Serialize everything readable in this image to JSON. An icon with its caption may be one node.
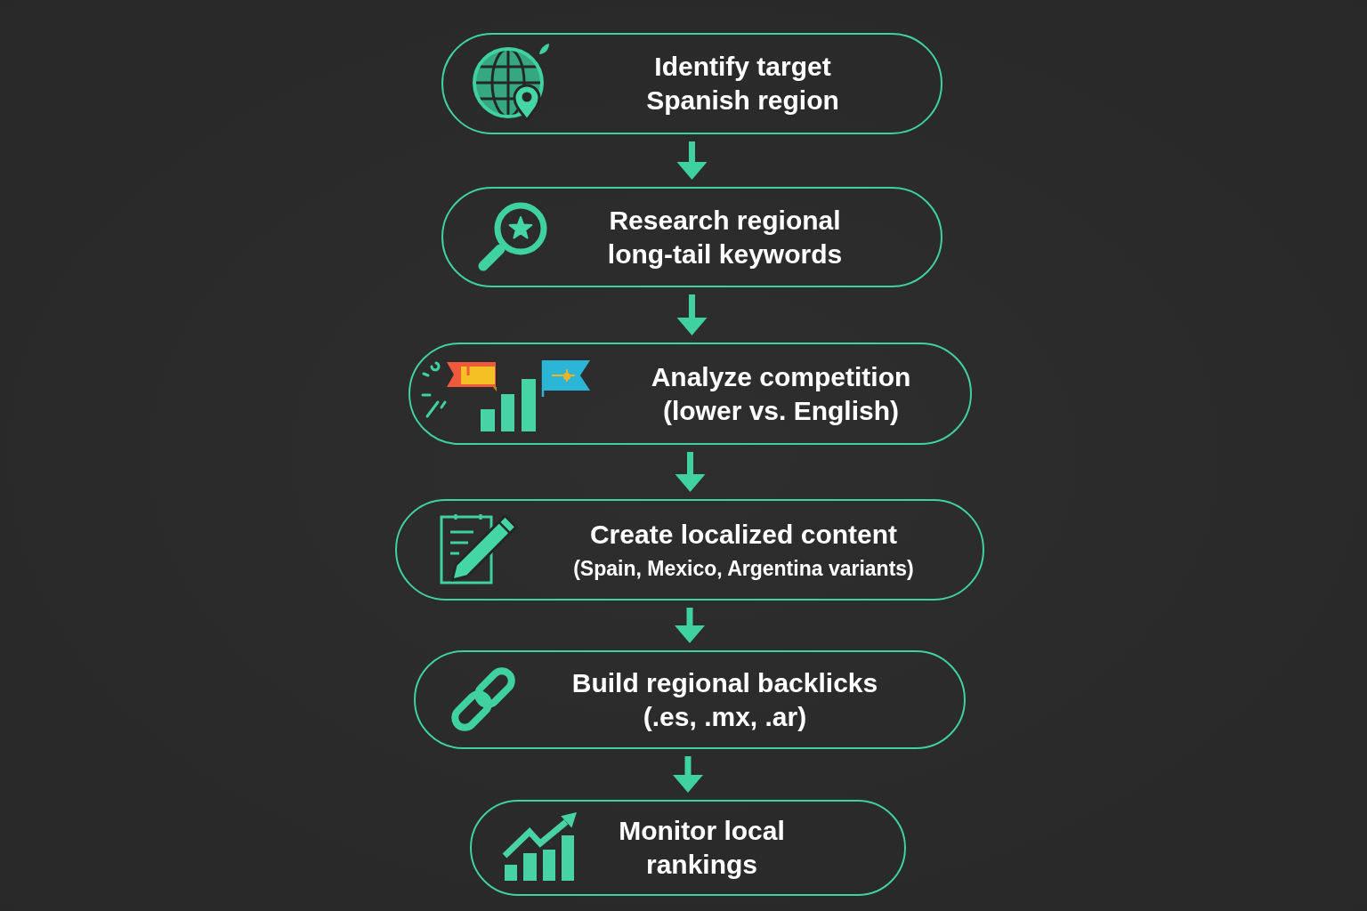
{
  "diagram": {
    "nodes": [
      {
        "text": [
          "Identify target Spanish region"
        ]
      },
      {
        "text": [
          "Research regional long-tail keywords"
        ]
      },
      {
        "text": [
          "Analyze competition (lower vs. English)"
        ]
      },
      {
        "text": [
          "Create localized content",
          "(Spain, Mexico, Argentina variants)"
        ]
      },
      {
        "text": [
          "Build regional backlicks (.es, .mx, .ar)"
        ]
      },
      {
        "text": [
          "Monitor local rankings"
        ]
      }
    ],
    "edges": [
      {
        "from": 0,
        "to": 1,
        "arrow": "to"
      },
      {
        "from": 1,
        "to": 2,
        "arrow": "to"
      },
      {
        "from": 2,
        "to": 3,
        "arrow": "to"
      },
      {
        "from": 3,
        "to": 4,
        "arrow": "to"
      },
      {
        "from": 4,
        "to": 5,
        "arrow": "to"
      }
    ]
  }
}
